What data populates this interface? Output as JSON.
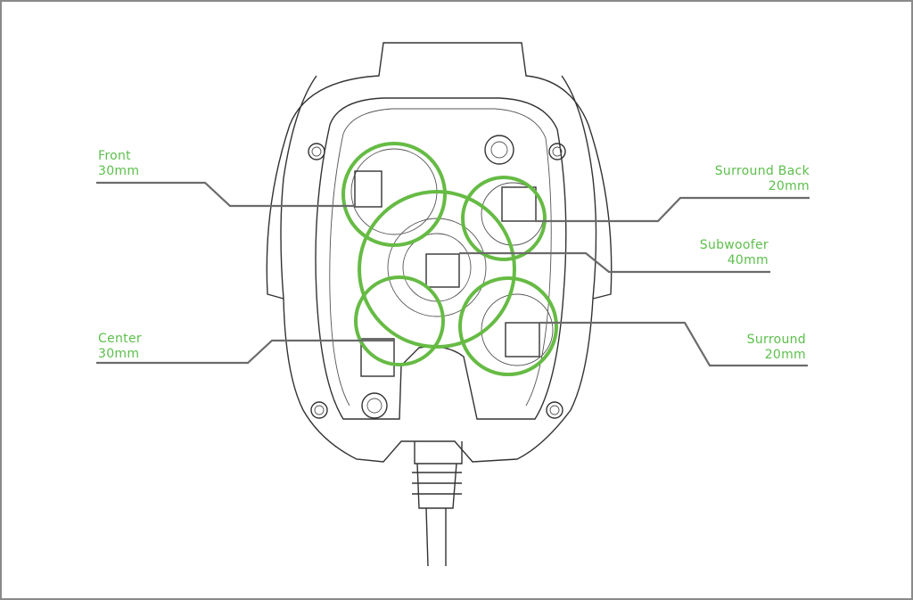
{
  "accent_color": "#5cbf4b",
  "labels": {
    "front": {
      "name": "Front",
      "size": "30mm"
    },
    "surround_back": {
      "name": "Surround Back",
      "size": "20mm"
    },
    "subwoofer": {
      "name": "Subwoofer",
      "size": "40mm"
    },
    "center": {
      "name": "Center",
      "size": "30mm"
    },
    "surround": {
      "name": "Surround",
      "size": "20mm"
    }
  }
}
